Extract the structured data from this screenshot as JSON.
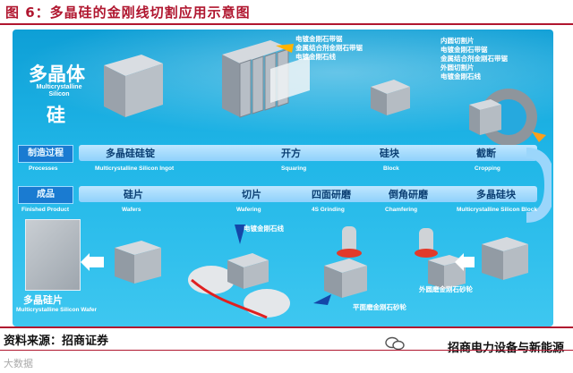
{
  "title": "图 6：多晶硅的金刚线切割应用示意图",
  "source": "资料来源：招商证券",
  "brand": "招商电力设备与新能源",
  "watermark": "大数据",
  "raw": {
    "name": "多晶体",
    "name2": "硅",
    "en": "Multicrystalline Silicon"
  },
  "product": {
    "name": "成品",
    "en": "Finished Product"
  },
  "process": {
    "name": "制造过程",
    "en": "Processes"
  },
  "wafer": {
    "name": "多晶硅片",
    "en": "Multicrystalline Silicon Wafer"
  },
  "top_steps": [
    {
      "cn": "多晶硅硅锭",
      "en": "Multicrystalline Silicon Ingot"
    },
    {
      "cn": "开方",
      "en": "Squaring"
    },
    {
      "cn": "硅块",
      "en": "Block"
    },
    {
      "cn": "截断",
      "en": "Cropping"
    }
  ],
  "bottom_steps": [
    {
      "cn": "硅片",
      "en": "Wafers"
    },
    {
      "cn": "切片",
      "en": "Wafering"
    },
    {
      "cn": "四面研磨",
      "en": "4S Grinding"
    },
    {
      "cn": "倒角研磨",
      "en": "Chamfering"
    },
    {
      "cn": "多晶硅块",
      "en": "Multicrystalline Silicon Block"
    }
  ],
  "legend_squaring": [
    "电镀金刚石带锯",
    "金属结合剂金刚石带锯",
    "电镀金刚石线"
  ],
  "legend_cropping": [
    "内圆切割片",
    "电镀金刚石带锯",
    "金属结合剂金刚石带锯",
    "外圆切割片",
    "电镀金刚石线"
  ],
  "note_wafering": "电镀金刚石线",
  "note_grinding": "平面磨金刚石砂轮",
  "note_chamfer": "外圆磨金刚石砂轮"
}
